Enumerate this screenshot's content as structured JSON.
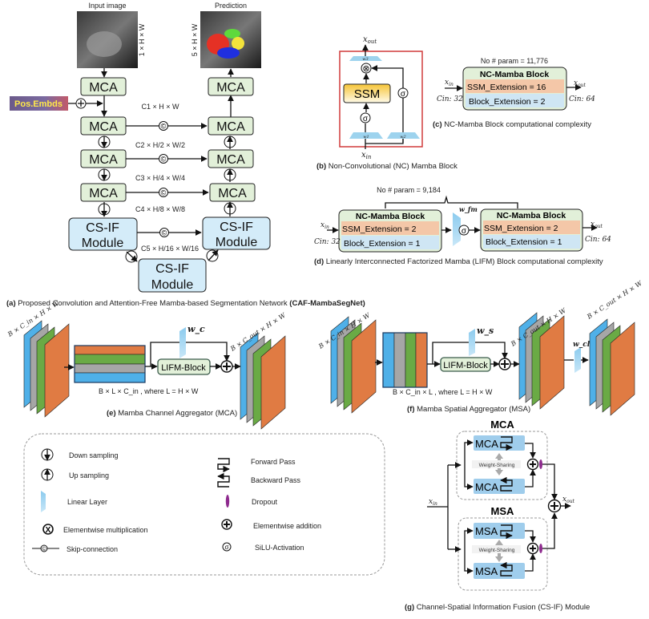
{
  "panel_a": {
    "input_label": "Input image",
    "prediction_label": "Prediction",
    "input_dim": "1 × H × W",
    "prediction_dim": "5 × H × W",
    "pos_embeds": "Pos.Embds",
    "mca": "MCA",
    "csif_line1": "CS-IF",
    "csif_line2": "Module",
    "skip_labels": [
      "C1 × H × W",
      "C2 × H/2 × W/2",
      "C3 × H/4 × W/4",
      "C4 × H/8 × W/8",
      "C5 × H/16 × W/16"
    ],
    "caption": {
      "tag": "(a)",
      "text": "Proposed Convolution and Attention-Free Mamba-based Segmentation Network",
      "name": "(CAF-MambaSegNet)"
    },
    "segmentation_colors": [
      "#e53125",
      "#5fd93c",
      "#f3e33b",
      "#1f2fe0"
    ]
  },
  "panel_b": {
    "x_out": {
      "base": "x",
      "sub": "out"
    },
    "x_in": {
      "base": "x",
      "sub": "in"
    },
    "w1": "w1",
    "w2": "w2",
    "w3": "w3",
    "ssm": "SSM",
    "sigma": "σ",
    "times": "⊗",
    "caption": {
      "tag": "(b)",
      "text": "Non-Convolutional  (NC) Mamba Block"
    }
  },
  "panel_c": {
    "params": "No # param = 11,776",
    "block_title": "NC-Mamba Block",
    "ssm_ext": "SSM_Extension  =  16",
    "block_ext": "Block_Extension  = 2",
    "cin": "Cin: 32",
    "cout": "Cin: 64",
    "caption": {
      "tag": "(c)",
      "text": "NC-Mamba Block computational complexity"
    }
  },
  "panel_d": {
    "params": "No # param =  9,184",
    "block_title": "NC-Mamba Block",
    "ssm_ext": "SSM_Extension  =  2",
    "block_ext": "Block_Extension  = 1",
    "w_fm": "w_fm",
    "cin": "Cin: 32",
    "cout": "Cin: 64",
    "caption": {
      "tag": "(d)",
      "text": "Linearly Interconnected Factorized Mamba (LIFM) Block computational complexity"
    }
  },
  "panel_e": {
    "in_dim": "B × C_in × H × W",
    "out_dim": "B × C_out × H × W",
    "token_dim": "B × L × C_in ,     where  L = H × W",
    "w_c": "w_c",
    "lifm": "LIFM-Block",
    "caption": {
      "tag": "(e)",
      "text": "Mamba Channel Aggregator (MCA)"
    }
  },
  "panel_f": {
    "in_dim": "B × C_in × H × W",
    "out_dim": "B × C_out × H × W",
    "final_dim": "B × C_out × H × W",
    "token_dim": "B × C_in × L ,     where  L = H × W",
    "w_s": "w_s",
    "w_cl": "w_cl",
    "lifm": "LIFM-Block",
    "caption": {
      "tag": "(f)",
      "text": "Mamba Spatial Aggregator (MSA)"
    }
  },
  "legend": {
    "items_left": [
      "Down sampling",
      "Up sampling",
      "Linear Layer",
      "Elementwise multiplication",
      "Skip-connection"
    ],
    "items_right": [
      "Forward Pass",
      "Backward  Pass",
      "Dropout",
      "Elementwise addition",
      "SiLU-Activation"
    ]
  },
  "panel_g": {
    "mca_title": "MCA",
    "msa_title": "MSA",
    "mca": "MCA",
    "msa": "MSA",
    "weight_sharing": "Weight-Sharing",
    "caption": {
      "tag": "(g)",
      "text": "Channel-Spatial Information Fusion (CS-IF) Module"
    }
  },
  "colors": {
    "mca_green": "#e2f0d9",
    "csif_blue": "#d4ecf9",
    "ssm_orange": "#f4c7a8",
    "block_blue": "#cfe6f4",
    "linear_blue": "#9dd3ee",
    "dropout_purple": "#8e2a8e",
    "frame_red": "#d03a3a",
    "feature_orange": "#e07b43",
    "feature_green": "#6aaa45",
    "feature_gray": "#a6a6a6",
    "feature_blue": "#4fb0e8"
  }
}
